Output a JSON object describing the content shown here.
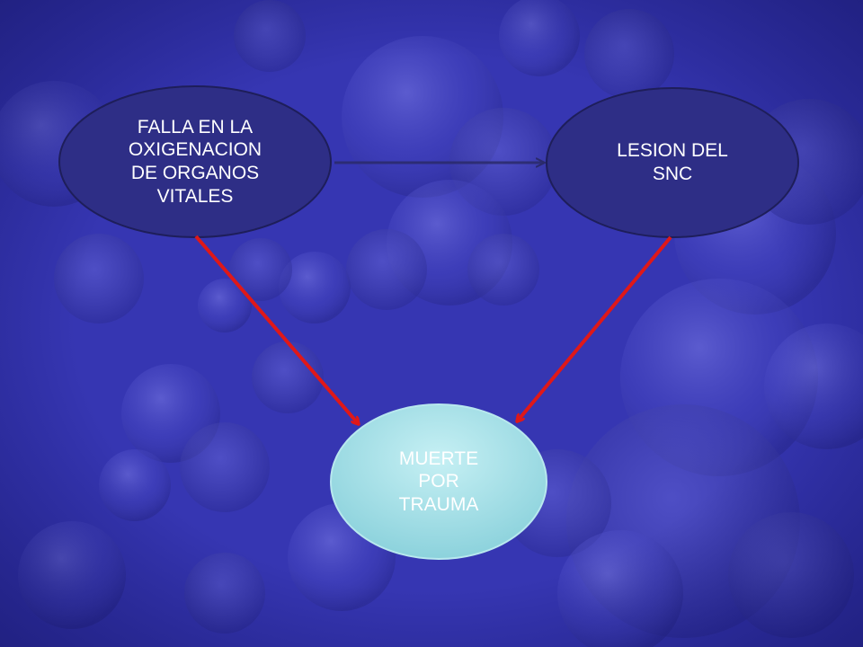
{
  "nodes": {
    "falla": {
      "label": "FALLA EN LA\nOXIGENACION\nDE ORGANOS\nVITALES",
      "fill": "#2e2e86",
      "text_color": "#ffffff"
    },
    "lesion": {
      "label": "LESION DEL\nSNC",
      "fill": "#2e2e86",
      "text_color": "#ffffff"
    },
    "muerte": {
      "label": "MUERTE\nPOR\nTRAUMA",
      "fill": "#a8e2ea",
      "text_color": "#ffffff"
    }
  },
  "edges": [
    {
      "from": "falla",
      "to": "lesion",
      "style": "thin-dark-double-arrow",
      "color": "#2a2a6a"
    },
    {
      "from": "falla",
      "to": "muerte",
      "style": "arrow",
      "color": "#e01818"
    },
    {
      "from": "lesion",
      "to": "muerte",
      "style": "arrow",
      "color": "#e01818"
    }
  ],
  "colors": {
    "background": "#3434b0",
    "bubble": "#5656d0",
    "arrow_red": "#e01818"
  }
}
